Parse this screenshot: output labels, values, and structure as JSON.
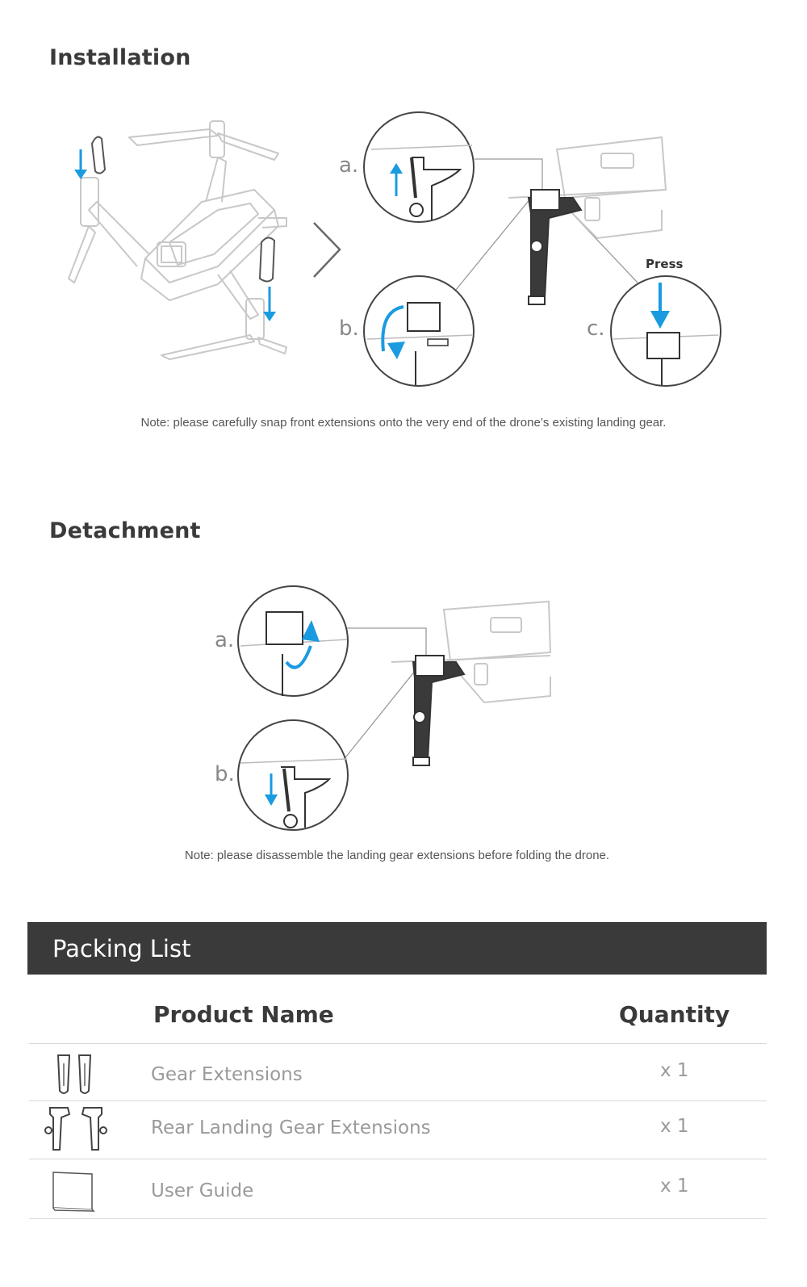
{
  "installation": {
    "title": "Installation",
    "step_a": "a.",
    "step_b": "b.",
    "step_c": "c.",
    "press_label": "Press",
    "note": "Note: please carefully snap front extensions onto the very end of the drone’s existing landing gear."
  },
  "detachment": {
    "title": "Detachment",
    "step_a": "a.",
    "step_b": "b.",
    "note": "Note: please disassemble the landing gear extensions before folding the drone."
  },
  "packing_list": {
    "title": "Packing List",
    "col_product": "Product Name",
    "col_quantity": "Quantity",
    "rows": [
      {
        "name": "Gear Extensions",
        "qty": "x 1",
        "icon": "gear-extensions-icon"
      },
      {
        "name": "Rear Landing Gear Extensions",
        "qty": "x 1",
        "icon": "rear-gear-extensions-icon"
      },
      {
        "name": "User  Guide",
        "qty": "x 1",
        "icon": "user-guide-icon"
      }
    ]
  },
  "colors": {
    "accent_blue": "#1a9be0",
    "header_bg": "#3a3a3a",
    "line_gray": "#cfcfcf"
  }
}
